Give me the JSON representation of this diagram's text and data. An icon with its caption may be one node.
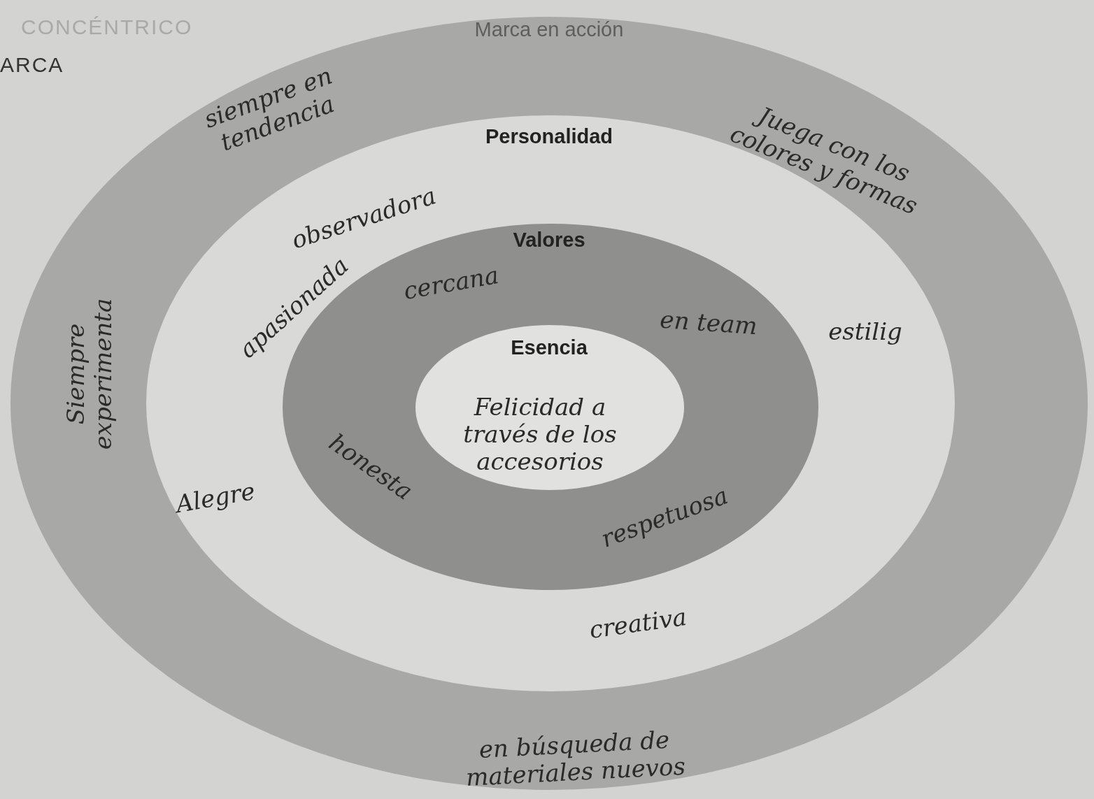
{
  "diagram": {
    "nodes": [
      {
        "text": [
          "Marca en acción",
          "siempre en tendencia",
          "Juega con los colores y formas",
          "Siempre experimenta",
          "en búsqueda de materiales nuevos"
        ]
      },
      {
        "text": [
          "Personalidad",
          "observadora",
          "apasionada",
          "estilig",
          "Alegre",
          "creativa"
        ],
        "in": 0
      },
      {
        "text": [
          "Valores",
          "cercana",
          "en team",
          "honesta",
          "respetuosa"
        ],
        "in": 1
      },
      {
        "text": [
          "Esencia",
          "Felicidad a través de los accesorios"
        ],
        "in": 2
      }
    ],
    "labels": [
      "CONCÉNTRICO",
      "ARCA"
    ]
  }
}
